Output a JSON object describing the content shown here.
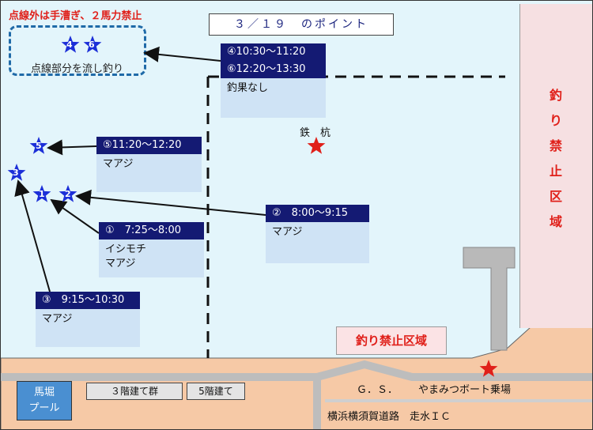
{
  "title": "３／１９　のポイント",
  "warning": "点線外は手漕ぎ、２馬力禁止",
  "drift_area": {
    "label": "点線部分を流し釣り",
    "star1": "4",
    "star2": "6"
  },
  "ban_zone_vertical": [
    "釣",
    "り",
    "禁",
    "止",
    "区",
    "域"
  ],
  "ban_zone_box": "釣り禁止区域",
  "iron_pile_label": "鉄　杭",
  "points": [
    {
      "id": "p46",
      "header1": "④10:30〜11:20",
      "header2": "⑥12:20〜13:30",
      "body": "釣果なし"
    },
    {
      "id": "p5",
      "header": "⑤11:20〜12:20",
      "body": "マアジ"
    },
    {
      "id": "p2",
      "header": "②　8:00〜9:15",
      "body": "マアジ"
    },
    {
      "id": "p1",
      "header": "①　7:25〜8:00",
      "body1": "イシモチ",
      "body2": "マアジ"
    },
    {
      "id": "p3",
      "header": "③　9:15〜10:30",
      "body": "マアジ"
    }
  ],
  "stars": {
    "s5": "5",
    "s3": "3",
    "s1": "1",
    "s2": "2"
  },
  "land": {
    "gs": "Ｇ．Ｓ．",
    "boat_dock": "やまみつボート乗場",
    "road": "横浜横須賀道路　走水ＩＣ",
    "pool": [
      "馬堀",
      "プール"
    ],
    "bld3": "３階建て群",
    "bld5": "5階建て"
  },
  "colors": {
    "header": "#141a73",
    "box": "#cfe3f5",
    "sea": "#e3f5fb",
    "land": "#f6c9a6",
    "ban": "#f6e0e2",
    "star_blue": "#1c2fd8",
    "star_red": "#e0201a"
  }
}
